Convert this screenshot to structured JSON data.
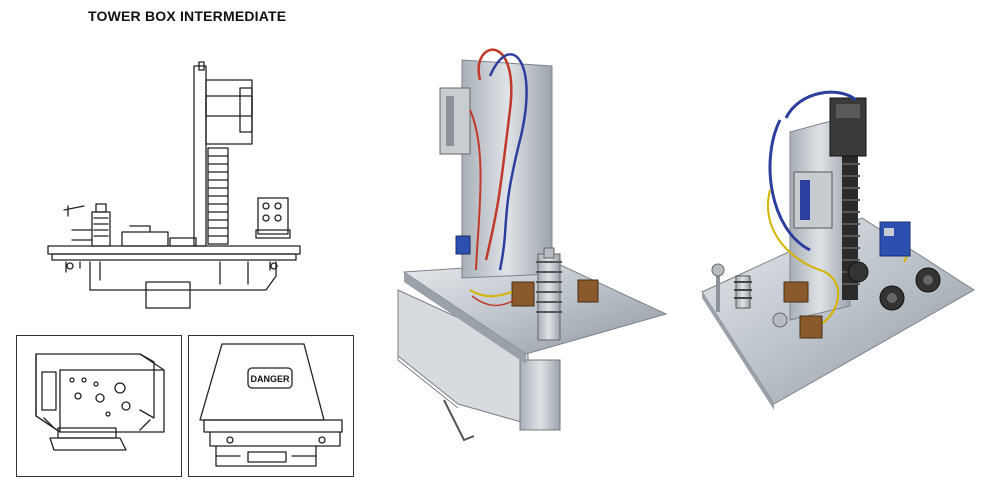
{
  "title": "TOWER BOX INTERMEDIATE",
  "danger_label": "DANGER",
  "panels": [
    {
      "name": "side-elevation-drawing"
    },
    {
      "name": "box-open-drawing"
    },
    {
      "name": "box-closed-drawing"
    },
    {
      "name": "assembly-photo-front"
    },
    {
      "name": "assembly-photo-wired"
    }
  ],
  "colors": {
    "metal": "#c9ced4",
    "metal_dark": "#8c939b",
    "wire_red": "#c0392b",
    "wire_blue": "#2c3e9e",
    "wire_yellow": "#d4b400"
  }
}
